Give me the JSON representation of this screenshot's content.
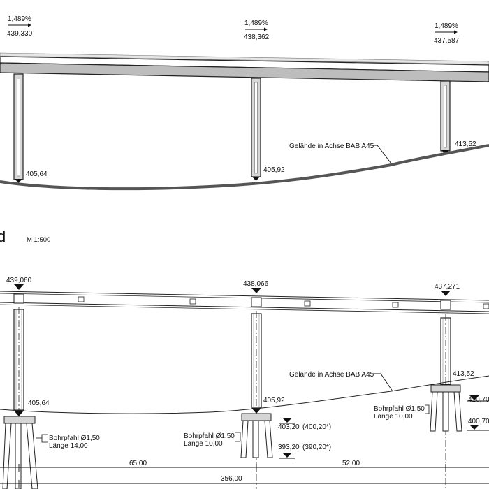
{
  "elevation": {
    "chainage_labels": [
      {
        "grade": "1,489%",
        "level": "439,330"
      },
      {
        "grade": "1,489%",
        "level": "438,362"
      },
      {
        "grade": "1,489%",
        "level": "437,587"
      }
    ],
    "ground_labels": [
      "405,64",
      "405,92",
      "413,52"
    ],
    "terrain_label": "Gelände in Achse BAB A45"
  },
  "plan": {
    "heading_fragment": "d",
    "scale": "M 1:500",
    "top_levels": [
      "439,060",
      "438,066",
      "437,271"
    ],
    "ground_labels": [
      "405,64",
      "405,92",
      "413,52"
    ],
    "terrain_label": "Gelände in Achse BAB A45",
    "piles": [
      {
        "diameter": "Bohrpfahl Ø1,50",
        "length": "Länge 14,00"
      },
      {
        "diameter": "Bohrpfahl Ø1,50",
        "length": "Länge 10,00"
      },
      {
        "diameter": "Bohrpfahl Ø1,50",
        "length": "Länge 10,00"
      }
    ],
    "foundation_levels": [
      {
        "level": "403,20",
        "alt": "(400,20*)"
      },
      {
        "level": "393,20",
        "alt": "(390,20*)"
      }
    ],
    "right_edge_levels": [
      "410,70",
      "400,70"
    ],
    "span_dimensions": [
      "65,00",
      "52,00"
    ],
    "total_length": "356,00"
  }
}
